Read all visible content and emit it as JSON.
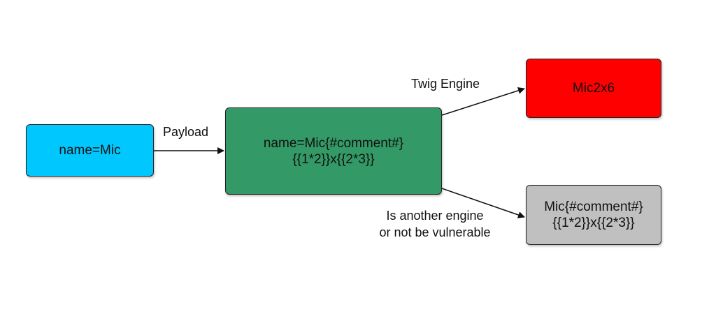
{
  "nodes": {
    "input": {
      "lines": [
        "name=Mic"
      ],
      "color": "#00c8ff"
    },
    "payload": {
      "lines": [
        "name=Mic{#comment#}",
        "{{1*2}}x{{2*3}}"
      ],
      "color": "#339966"
    },
    "twig": {
      "lines": [
        "Mic2x6"
      ],
      "color": "#ff0000"
    },
    "other": {
      "lines": [
        "Mic{#comment#}",
        "{{1*2}}x{{2*3}}"
      ],
      "color": "#c0c0c0"
    }
  },
  "edges": {
    "payload": {
      "label": "Payload"
    },
    "twig": {
      "label": "Twig Engine"
    },
    "other": {
      "lines": [
        "Is another engine",
        "or not be vulnerable"
      ]
    }
  }
}
